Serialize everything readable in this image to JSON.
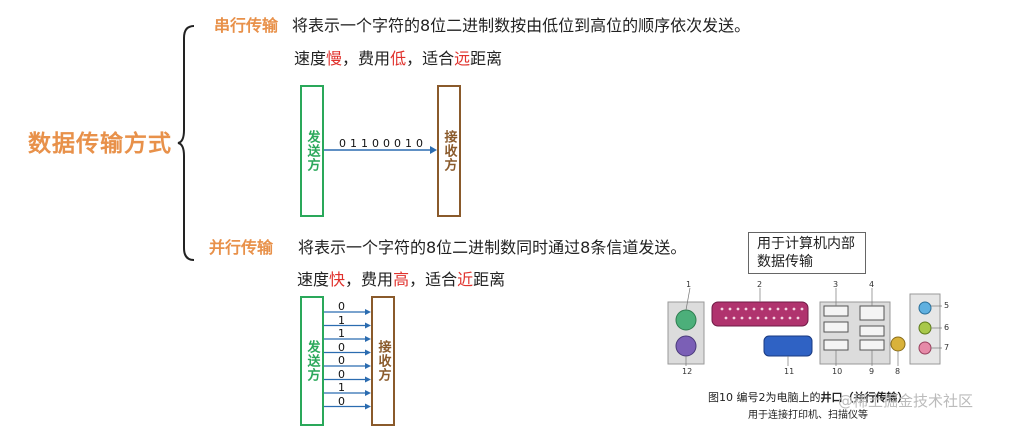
{
  "title": "数据传输方式",
  "serial": {
    "heading": "串行传输",
    "description": "将表示一个字符的8位二进制数按由低位到高位的顺序依次发送。",
    "speed_label": "速度",
    "speed_value": "慢",
    "cost_label": "费用",
    "cost_value": "低",
    "distance_label": "适合",
    "distance_value": "远",
    "distance_suffix": "距离",
    "sender": "发送方",
    "receiver": "接收方",
    "bits": "01100010"
  },
  "parallel": {
    "heading": "并行传输",
    "description": "将表示一个字符的8位二进制数同时通过8条信道发送。",
    "speed_label": "速度",
    "speed_value": "快",
    "cost_label": "费用",
    "cost_value": "高",
    "distance_label": "适合",
    "distance_value": "近",
    "distance_suffix": "距离",
    "sender": "发送方",
    "receiver": "接收方",
    "bits": [
      "0",
      "1",
      "1",
      "0",
      "0",
      "0",
      "1",
      "0"
    ]
  },
  "note": "用于计算机内部数据传输",
  "figure": {
    "caption_prefix": "图10  编号2为电脑上的",
    "caption_bold": "井口（并行传输）",
    "sub_caption": "用于连接打印机、扫描仪等",
    "port_numbers": [
      "1",
      "2",
      "3",
      "4",
      "5",
      "6",
      "7",
      "8",
      "9",
      "10",
      "11",
      "12"
    ]
  },
  "watermark": "@稀土掘金技术社区",
  "colors": {
    "accent": "#e8914a",
    "emphasis": "#e0322d",
    "sender_border": "#2aa85a",
    "receiver_border": "#8a5a2b",
    "arrow": "#2b6cb0"
  }
}
